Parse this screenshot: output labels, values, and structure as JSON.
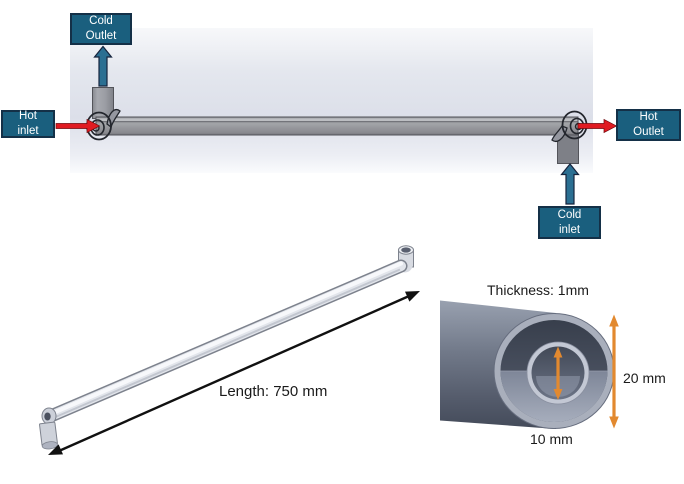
{
  "schematic": {
    "boxes": {
      "cold_outlet": {
        "line1": "Cold",
        "line2": "Outlet"
      },
      "hot_inlet": {
        "line1": "Hot",
        "line2": "inlet"
      },
      "hot_outlet": {
        "line1": "Hot",
        "line2": "Outlet"
      },
      "cold_inlet": {
        "line1": "Cold",
        "line2": "inlet"
      }
    }
  },
  "annotations": {
    "length": "Length: 750 mm",
    "thickness": "Thickness: 1mm",
    "outer_diameter": "20 mm",
    "inner_diameter": "10 mm"
  },
  "colors": {
    "label_box_bg": "#1a5f7e",
    "label_box_border": "#143047",
    "label_text": "#ffffff",
    "cold_arrow": "#2b6f92",
    "hot_arrow": "#e01b22",
    "dimension_arrow": "#e2892f",
    "annotation_text": "#1a1a1a"
  }
}
